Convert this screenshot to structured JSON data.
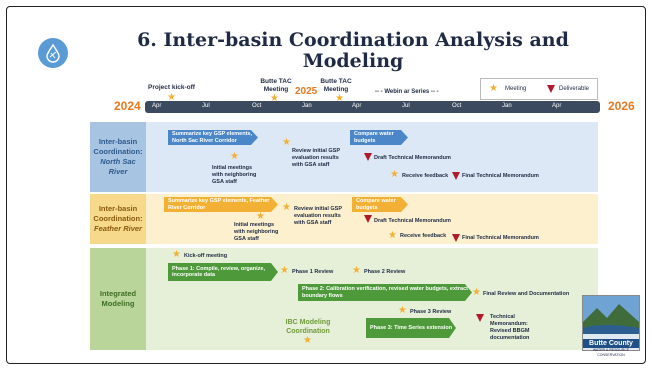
{
  "title": {
    "line1": "6. Inter-basin Coordination Analysis and",
    "line2": "Modeling"
  },
  "colors": {
    "navy": "#1f2a44",
    "orange": "#e8791f",
    "blue_band": "#dce8f5",
    "yellow_band": "#fdf0cf",
    "green_band": "#e6f0d8",
    "deliverable": "#b11a2b",
    "meeting": "#f2b134"
  },
  "timeline": {
    "year_start": "2024",
    "year_mid": "2025",
    "year_end": "2026",
    "months": [
      "Apr",
      "Jul",
      "Oct",
      "Jan",
      "Apr",
      "Jul",
      "Oct",
      "Jan",
      "Apr"
    ],
    "markers": {
      "kickoff": "Project kick-off",
      "tac1": "Butte TAC Meeting",
      "tac2": "Butte TAC Meeting",
      "webinar": "-- - Webin ar Series -- -"
    }
  },
  "legend": {
    "meeting": "Meeting",
    "deliverable": "Deliverable"
  },
  "bands": {
    "north": {
      "label1": "Inter-basin",
      "label2": "Coordination:",
      "label3": "North Sac",
      "label4": "River",
      "arrow1": "Summarize key GSP elements, North Sac River Corridor",
      "arrow2": "Compare water budgets",
      "note1": "Initial meetings with neighboring GSA staff",
      "note2": "Review initial GSP evaluation results with GSA staff",
      "note3": "Draft Technical Memorandum",
      "note4": "Receive feedback",
      "note5": "Final Technical Memorandum"
    },
    "feather": {
      "label1": "Inter-basin",
      "label2": "Coordination:",
      "label3": "Feather River",
      "arrow1": "Summarize key GSP elements, Feather River Corridor",
      "arrow2": "Compare water budgets",
      "note1": "Initial meetings with neighboring GSA staff",
      "note2": "Review initial GSP evaluation results with GSA staff",
      "note3": "Draft Technical Memorandum",
      "note4": "Receive feedback",
      "note5": "Final Technical Memorandum"
    },
    "modeling": {
      "label1": "Integrated",
      "label2": "Modeling",
      "kickoff": "Kick-off meeting",
      "phase1": "Phase 1: Compile, review, organize, incorporate data",
      "p1review": "Phase 1 Review",
      "p2review": "Phase 2 Review",
      "phase2": "Phase 2: Calibration verification, revised water budgets, extract boundary flows",
      "final": "Final Review and Documentation",
      "p3review": "Phase 3 Review",
      "phase3": "Phase 3: Time Series extension",
      "tm": "Technical Memorandum: Revised BBGM documentation",
      "ibc": "IBC Modeling Coordination"
    }
  },
  "logo": {
    "name": "Butte County",
    "sub": "WATER & RESOURCE CONSERVATION"
  }
}
